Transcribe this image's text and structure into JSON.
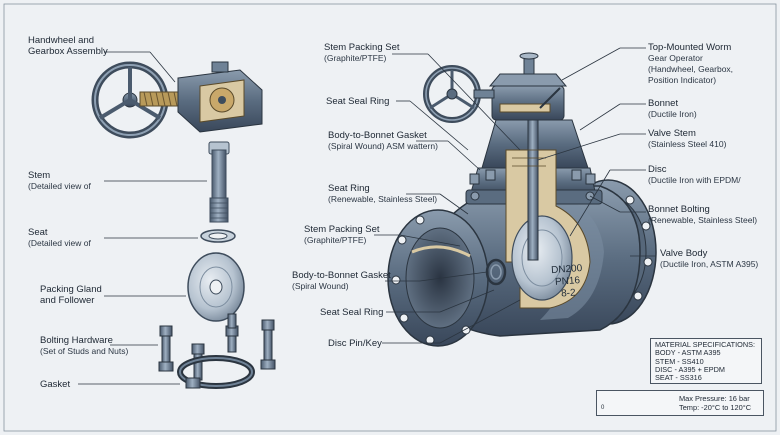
{
  "labels_left": {
    "handwheel": {
      "title": "Handwheel and",
      "sub": "Gearbox Assembly"
    },
    "stem": {
      "title": "Stem",
      "sub": "(Detailed view of"
    },
    "seat": {
      "title": "Seat",
      "sub": "(Detailed view of"
    },
    "gland": {
      "title": "Packing Gland",
      "sub": "and Follower"
    },
    "bolting": {
      "title": "Bolting Hardware",
      "sub": "(Set of Studs and Nuts)"
    },
    "gasket": {
      "title": "Gasket",
      "sub": ""
    }
  },
  "labels_center": {
    "packing_top": {
      "title": "Stem Packing Set",
      "sub": "(Graphite/PTFE)"
    },
    "seal_ring_top": {
      "title": "Seat Seal Ring",
      "sub": ""
    },
    "bonnet_gasket_top": {
      "title": "Body-to-Bonnet Gasket",
      "sub": "(Spiral Wound) ASM wattern)"
    },
    "seat_ring": {
      "title": "Seat Ring",
      "sub": "(Renewable, Stainless Steel)"
    },
    "packing_mid": {
      "title": "Stem Packing Set",
      "sub": "(Graphite/PTFE)"
    },
    "bonnet_gasket_mid": {
      "title": "Body-to-Bonnet Gasket",
      "sub": "(Spiral Wound)"
    },
    "seal_ring_mid": {
      "title": "Seat Seal Ring",
      "sub": ""
    },
    "disc_pin": {
      "title": "Disc Pin/Key",
      "sub": ""
    }
  },
  "labels_right": {
    "operator": {
      "title": "Top-Mounted Worm",
      "lines": [
        "Gear Operator",
        "(Handwheel, Gearbox,",
        "Position Indicator)"
      ]
    },
    "bonnet": {
      "title": "Bonnet",
      "lines": [
        "(Ductile Iron)"
      ]
    },
    "valve_stem": {
      "title": "Valve Stem",
      "lines": [
        "(Stainless Steel 410)"
      ]
    },
    "disc": {
      "title": "Disc",
      "lines": [
        "(Ductile Iron with EPDM/"
      ]
    },
    "bonnet_bolting": {
      "title": "Bonnet Bolting",
      "lines": [
        "(Renewable, Stainless Steel)"
      ]
    },
    "valve_body": {
      "title": "Valve Body",
      "lines": [
        "(Ductile Iron, ASTM A395)"
      ]
    }
  },
  "body_marking": [
    "DN200",
    "PN16",
    "8-2"
  ],
  "specs": {
    "heading": "MATERIAL SPECIFICATIONS:",
    "lines": [
      "BODY - ASTM A395",
      "STEM - SS410",
      "DISC - A395 + EPDM",
      "SEAT - SS316"
    ]
  },
  "ratings": {
    "pressure": "Max Pressure: 16 bar",
    "temperature": "Temp: -20°C to 120°C",
    "scale_zero": "0"
  },
  "colors": {
    "background": "#eef1f4",
    "metal_dark": "#3e4c5c",
    "metal_mid": "#6f8296",
    "metal_light": "#a9b8c7",
    "cutaway": "#d9c9a3",
    "leader": "#2b3540"
  }
}
